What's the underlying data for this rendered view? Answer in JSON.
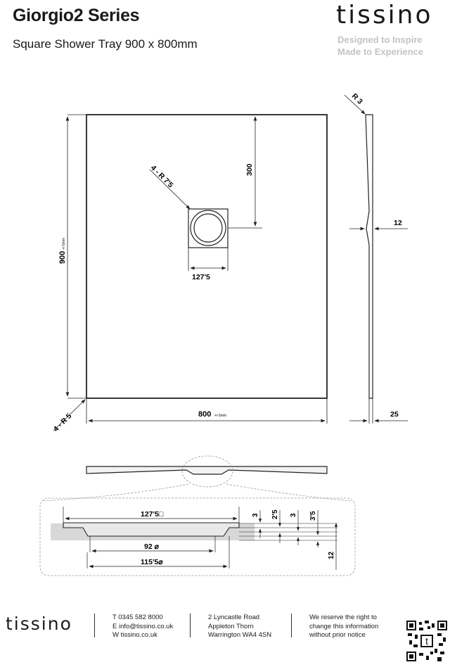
{
  "header": {
    "title": "Giorgio2 Series",
    "subtitle": "Square Shower Tray 900 x 800mm",
    "brand": "tissino",
    "tagline_1": "Designed to Inspire",
    "tagline_2": "Made to Experience"
  },
  "drawing": {
    "width_dim": "800",
    "tolerance": "+/-5mm",
    "length_dim": "900",
    "waste_offset": "300",
    "waste_radius": "4 - R 7'5",
    "waste_size": "127'5",
    "corner_radius": "4 - R 5",
    "edge_radius": "R 3",
    "center_depth": "12",
    "edge_height": "25"
  },
  "detail": {
    "waste_top": "127'5□",
    "inner_dia": "92 ⌀",
    "outer_dia": "115'5⌀",
    "dim_a": "3",
    "dim_b": "2'5",
    "dim_c": "3",
    "dim_d": "3'5",
    "dim_e": "12"
  },
  "footer": {
    "brand": "tissino",
    "phone": "T 0345 582 8000",
    "email": "E info@tissino.co.uk",
    "web": "W tissino.co.uk",
    "addr1": "2 Lyncastle Road",
    "addr2": "Appleton Thorn",
    "addr3": "Warrington WA4 4SN",
    "note1": "We reserve the right to",
    "note2": "change this information",
    "note3": "without prior notice"
  }
}
